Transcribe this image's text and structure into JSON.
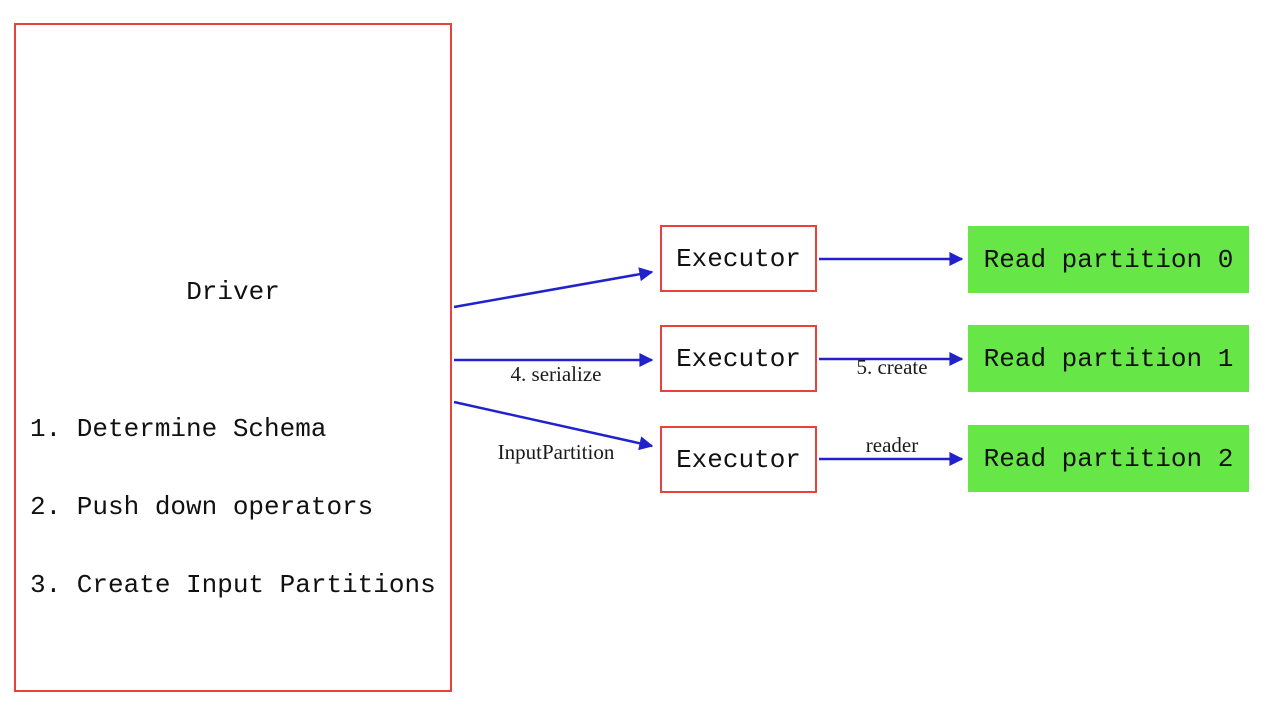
{
  "diagram": {
    "driver": {
      "title": "Driver",
      "steps": [
        "1. Determine Schema",
        "2. Push down operators",
        "3. Create Input Partitions"
      ]
    },
    "executors": [
      {
        "label": "Executor"
      },
      {
        "label": "Executor"
      },
      {
        "label": "Executor"
      }
    ],
    "partitions": [
      {
        "label": "Read partition 0"
      },
      {
        "label": "Read partition 1"
      },
      {
        "label": "Read partition 2"
      }
    ],
    "edges": {
      "serialize": {
        "line1": "4. serialize",
        "line2": "InputPartition"
      },
      "create_reader": {
        "line1": "5. create",
        "line2": "reader"
      }
    },
    "colors": {
      "node_border_red": "#e8423a",
      "arrow_blue": "#2222cc",
      "partition_green": "#66e747",
      "text": "#111111",
      "background": "#ffffff"
    }
  }
}
